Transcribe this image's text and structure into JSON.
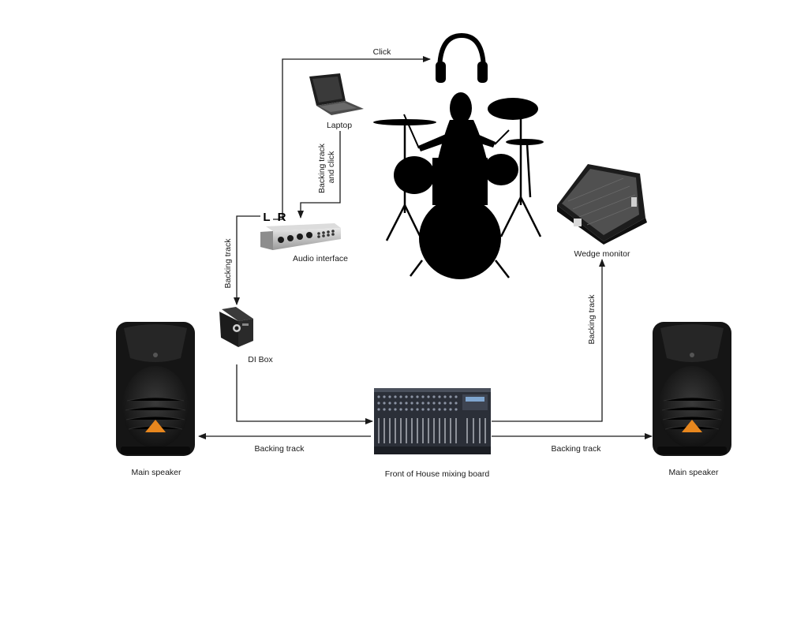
{
  "labels": {
    "click": "Click",
    "laptop": "Laptop",
    "backing_track_and_click": [
      "Backing track",
      "and click"
    ],
    "l": "L",
    "r": "R",
    "audio_interface": "Audio interface",
    "backing_track_vertical_left": "Backing track",
    "di_box": "DI Box",
    "wedge_monitor": "Wedge monitor",
    "backing_track_vertical_right": "Backing track",
    "backing_track_left": "Backing track",
    "backing_track_right": "Backing track",
    "front_of_house": "Front of House mixing board",
    "main_speaker_left": "Main speaker",
    "main_speaker_right": "Main speaker"
  },
  "colors": {
    "wire": "#1a1a1a",
    "equipment_dark": "#1c1c1c",
    "silhouette": "#000000",
    "speaker_logo": "#e8871e",
    "interface_silver": "#c9c9c9"
  },
  "icons": [
    "headphones-icon",
    "laptop-icon",
    "drummer-silhouette-icon",
    "audio-interface-icon",
    "di-box-icon",
    "wedge-monitor-icon",
    "mixing-board-icon",
    "main-speaker-icon"
  ]
}
